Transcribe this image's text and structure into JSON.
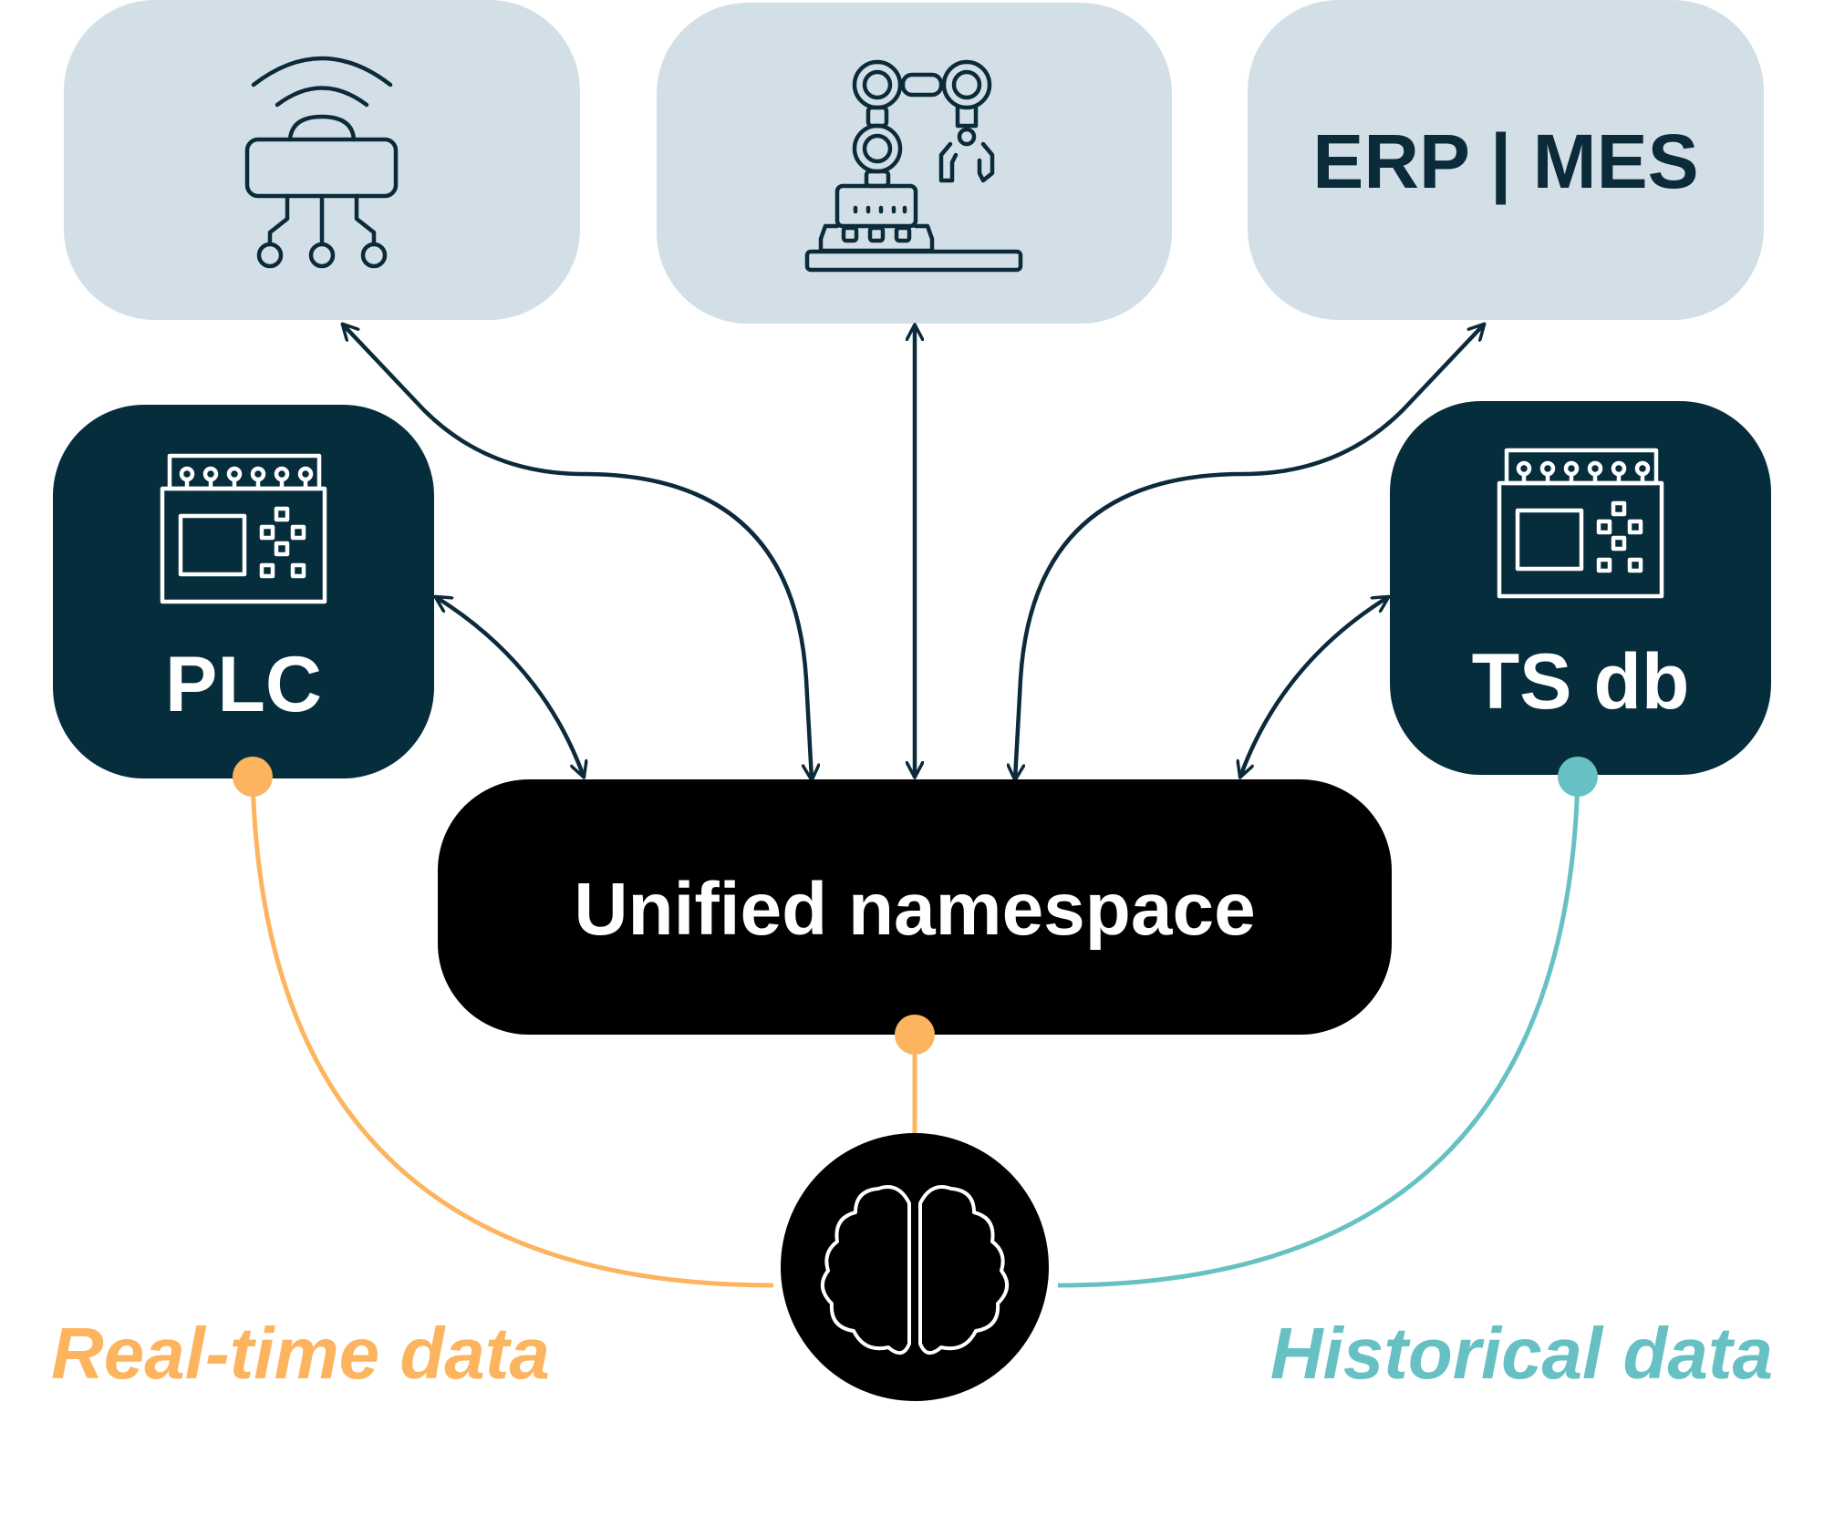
{
  "nodes": {
    "sensor": {
      "label": ""
    },
    "robot": {
      "label": ""
    },
    "erp": {
      "label": "ERP | MES"
    },
    "plc": {
      "label": "PLC"
    },
    "tsdb": {
      "label": "TS db"
    },
    "uns": {
      "label": "Unified namespace"
    },
    "brain": {
      "label": ""
    }
  },
  "legend": {
    "realtime": "Real-time data",
    "historical": "Historical data"
  },
  "colors": {
    "light_box": "#d3dfe6",
    "dark_box": "#062d3c",
    "uns_box": "#000000",
    "arrow": "#0b2a3a",
    "realtime": "#fcb45f",
    "historical": "#67c1c4"
  },
  "icons": {
    "sensor": "iot-sensor-icon",
    "robot": "robot-arm-icon",
    "plc": "plc-icon",
    "tsdb": "plc-icon",
    "brain": "brain-icon"
  }
}
